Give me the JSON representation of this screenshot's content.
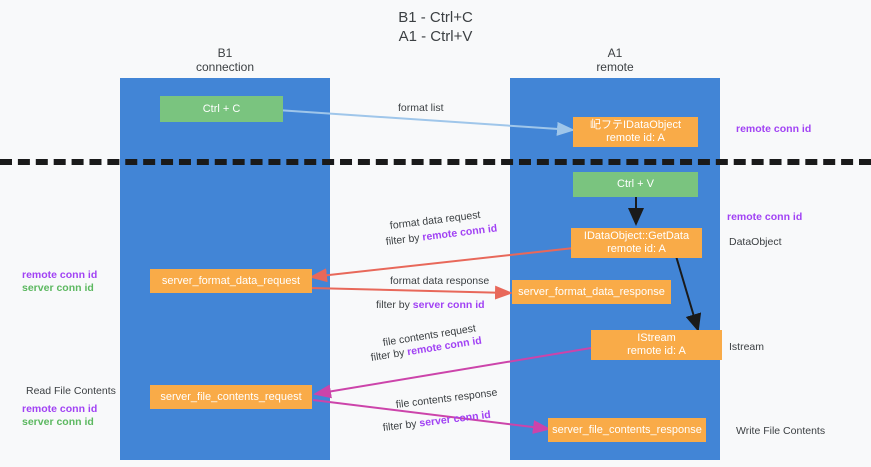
{
  "title": "B1 - Ctrl+C\nA1 - Ctrl+V",
  "lanes": [
    {
      "name": "B1",
      "sub": "connection",
      "label": "B1\nconnection"
    },
    {
      "name": "A1",
      "sub": "remote",
      "label": "A1\nremote"
    }
  ],
  "boxes": {
    "ctrl_c": "Ctrl + C",
    "ctrl_v": "Ctrl + V",
    "idataobject": "屺フテIDataObject\nremote id: A",
    "getdata": "IDataObject::GetData\nremote id: A",
    "server_format_data_request": "server_format_data_request",
    "server_format_data_response": "server_format_data_response",
    "istream": "IStream\nremote id: A",
    "server_file_contents_request": "server_file_contents_request",
    "server_file_contents_response": "server_file_contents_response"
  },
  "edges": {
    "format_list": "format list",
    "format_data_request": "format data request",
    "format_data_request_filter_prefix": "filter by ",
    "format_data_request_filter_key": "remote conn id",
    "format_data_response": "format data response",
    "format_data_response_filter_prefix": "filter by ",
    "format_data_response_filter_key": "server conn id",
    "file_contents_request": "file contents request",
    "file_contents_request_filter_prefix": "filter by ",
    "file_contents_request_filter_key": "remote conn id",
    "file_contents_response": "file contents response",
    "file_contents_response_filter_prefix": "filter by ",
    "file_contents_response_filter_key": "server conn id"
  },
  "annotations": {
    "right_remote_conn_id_top": "remote conn id",
    "right_remote_conn_id_mid": "remote conn id",
    "right_dataobject": "DataObject",
    "right_istream": "Istream",
    "right_write_file_contents": "Write File Contents",
    "left_remote_conn_id": "remote conn id",
    "left_server_conn_id": "server conn id",
    "left_read_file_contents": "Read File Contents",
    "left_remote_conn_id2": "remote conn id",
    "left_server_conn_id2": "server conn id"
  },
  "colors": {
    "lane": "#4285d6",
    "green_box": "#7ac47f",
    "orange_box": "#f9ab48",
    "purple": "#a142f4",
    "green_text": "#5cb860",
    "arrow_light_blue": "#9fc6ea",
    "arrow_red": "#e8685a",
    "arrow_magenta": "#cc44aa",
    "arrow_black": "#1a1a1a"
  }
}
